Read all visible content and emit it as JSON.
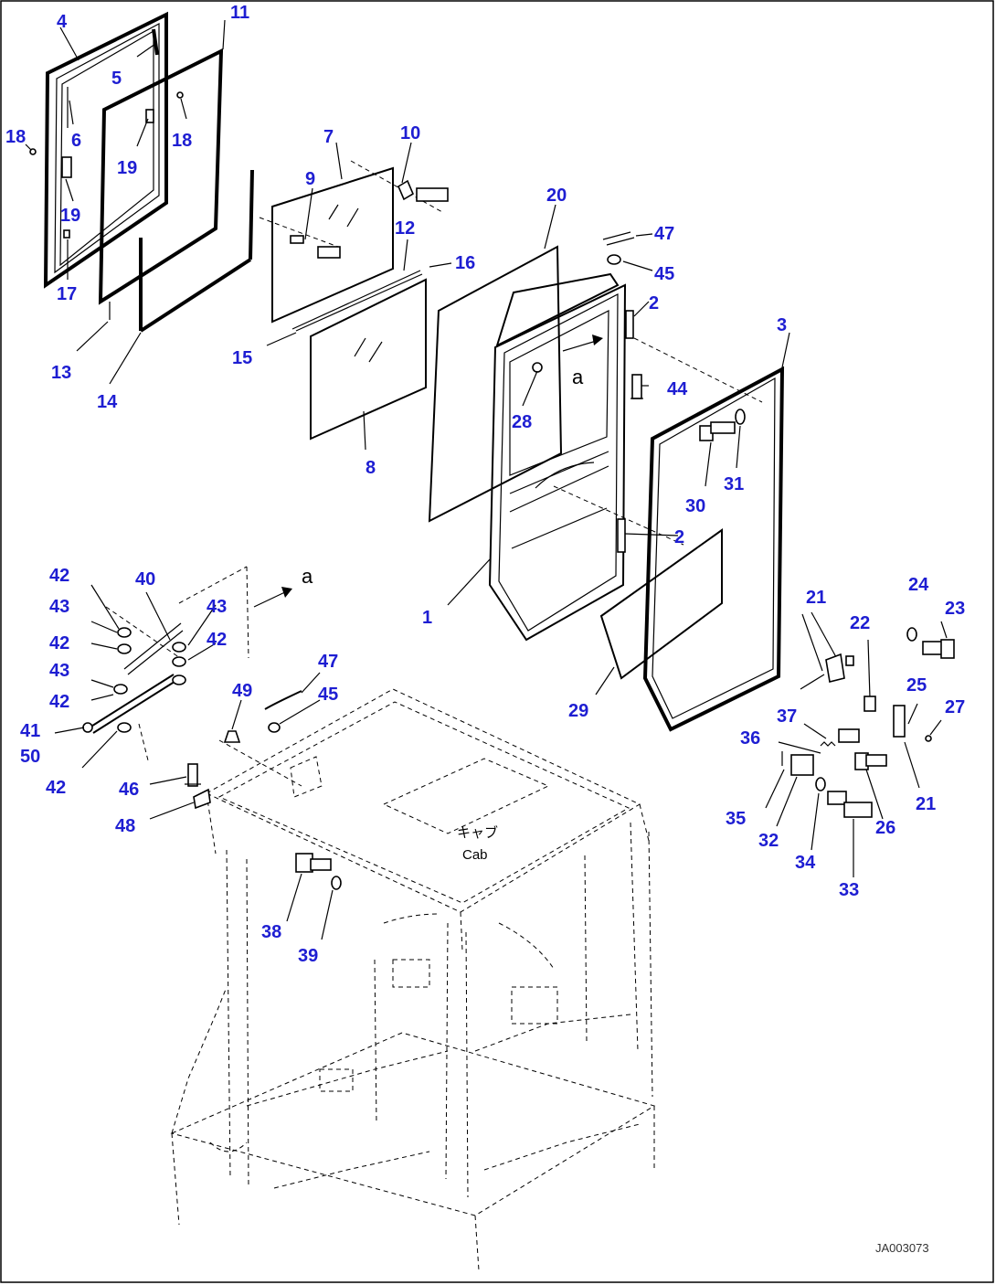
{
  "diagram": {
    "view_marker": "a",
    "cab_label_jp": "キャブ",
    "cab_label_en": "Cab",
    "drawing_id": "JA003073",
    "callouts": [
      {
        "id": "c4",
        "text": "4"
      },
      {
        "id": "c11",
        "text": "11"
      },
      {
        "id": "c5",
        "text": "5"
      },
      {
        "id": "c18a",
        "text": "18"
      },
      {
        "id": "c6",
        "text": "6"
      },
      {
        "id": "c18b",
        "text": "18"
      },
      {
        "id": "c19a",
        "text": "19"
      },
      {
        "id": "c19b",
        "text": "19"
      },
      {
        "id": "c17",
        "text": "17"
      },
      {
        "id": "c13",
        "text": "13"
      },
      {
        "id": "c14",
        "text": "14"
      },
      {
        "id": "c7",
        "text": "7"
      },
      {
        "id": "c9",
        "text": "9"
      },
      {
        "id": "c10",
        "text": "10"
      },
      {
        "id": "c12",
        "text": "12"
      },
      {
        "id": "c16",
        "text": "16"
      },
      {
        "id": "c15",
        "text": "15"
      },
      {
        "id": "c8",
        "text": "8"
      },
      {
        "id": "c20",
        "text": "20"
      },
      {
        "id": "c47a",
        "text": "47"
      },
      {
        "id": "c45a",
        "text": "45"
      },
      {
        "id": "c2a",
        "text": "2"
      },
      {
        "id": "c3",
        "text": "3"
      },
      {
        "id": "c44",
        "text": "44"
      },
      {
        "id": "c28",
        "text": "28"
      },
      {
        "id": "c30",
        "text": "30"
      },
      {
        "id": "c31",
        "text": "31"
      },
      {
        "id": "c2b",
        "text": "2"
      },
      {
        "id": "c1",
        "text": "1"
      },
      {
        "id": "c29",
        "text": "29"
      },
      {
        "id": "c21a",
        "text": "21"
      },
      {
        "id": "c22",
        "text": "22"
      },
      {
        "id": "c24",
        "text": "24"
      },
      {
        "id": "c23",
        "text": "23"
      },
      {
        "id": "c25",
        "text": "25"
      },
      {
        "id": "c27",
        "text": "27"
      },
      {
        "id": "c21b",
        "text": "21"
      },
      {
        "id": "c37",
        "text": "37"
      },
      {
        "id": "c36",
        "text": "36"
      },
      {
        "id": "c35",
        "text": "35"
      },
      {
        "id": "c32",
        "text": "32"
      },
      {
        "id": "c34",
        "text": "34"
      },
      {
        "id": "c26",
        "text": "26"
      },
      {
        "id": "c33",
        "text": "33"
      },
      {
        "id": "c42a",
        "text": "42"
      },
      {
        "id": "c40",
        "text": "40"
      },
      {
        "id": "c43a",
        "text": "43"
      },
      {
        "id": "c42b",
        "text": "42"
      },
      {
        "id": "c43b",
        "text": "43"
      },
      {
        "id": "c42c",
        "text": "42"
      },
      {
        "id": "c43c",
        "text": "43"
      },
      {
        "id": "c42d",
        "text": "42"
      },
      {
        "id": "c41",
        "text": "41"
      },
      {
        "id": "c50",
        "text": "50"
      },
      {
        "id": "c42e",
        "text": "42"
      },
      {
        "id": "c47b",
        "text": "47"
      },
      {
        "id": "c49",
        "text": "49"
      },
      {
        "id": "c45b",
        "text": "45"
      },
      {
        "id": "c46",
        "text": "46"
      },
      {
        "id": "c48",
        "text": "48"
      },
      {
        "id": "c38",
        "text": "38"
      },
      {
        "id": "c39",
        "text": "39"
      }
    ]
  }
}
